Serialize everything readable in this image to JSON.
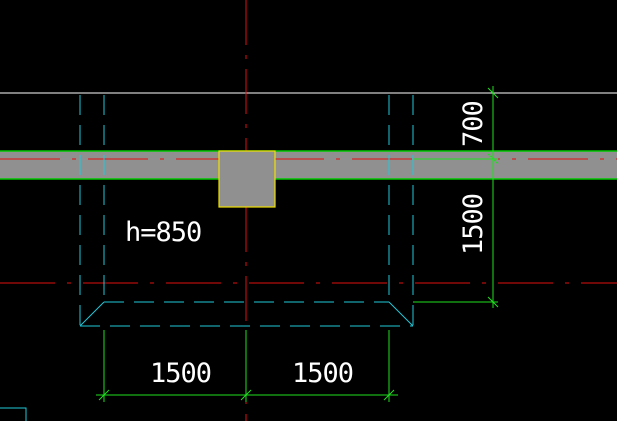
{
  "drawing": {
    "background_color": "#000000",
    "beam_fill_color": "#909090",
    "beam_edge_color": "#00c800",
    "column_outline_color": "#f0e000",
    "axis_color": "#e01010",
    "hidden_line_color": "#20c8d8",
    "dimension_color": "#20e020",
    "outline_color": "#ffffff"
  },
  "labels": {
    "footing_height": "h=850",
    "dim_bottom_left": "1500",
    "dim_bottom_right": "1500",
    "dim_right_upper": "700",
    "dim_right_lower": "1500"
  }
}
